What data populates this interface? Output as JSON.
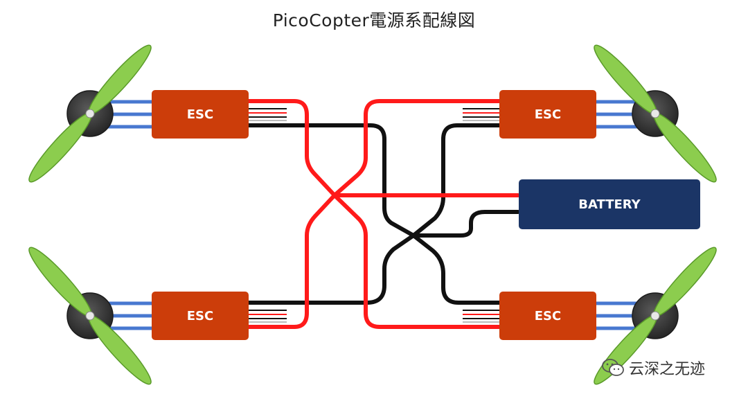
{
  "title": "PicoCopter電源系配線図",
  "esc_label": "ESC",
  "battery_label": "BATTERY",
  "watermark": "云深之无迹",
  "colors": {
    "esc": "#cc3d0a",
    "battery": "#1b3566",
    "red_wire": "#ff1a1a",
    "black_wire": "#111111",
    "motor_lead": "#4878d0",
    "propeller": "#8ccd4e",
    "motor_body": "#3a3a3a"
  }
}
